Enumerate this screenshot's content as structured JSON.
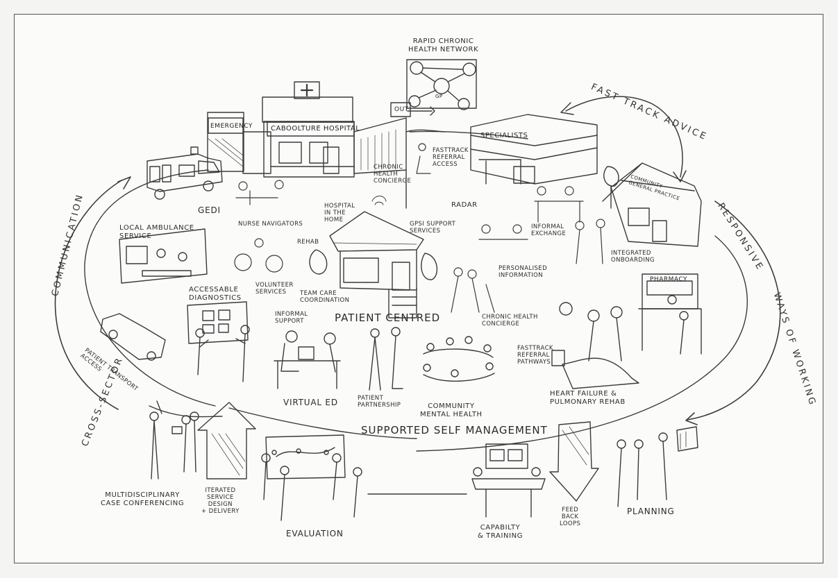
{
  "diagram": {
    "arc_labels": {
      "communication": "COMMUNICATION",
      "cross_sector": "CROSS-SECTOR",
      "fast_track_advice": "FAST TRACK ADVICE",
      "responsive": "RESPONSIVE",
      "ways_of_working": "WAYS OF WORKING"
    },
    "signs": {
      "emergency": "EMERGENCY",
      "hospital": "CABOOLTURE HOSPITAL",
      "out": "OUT",
      "specialists": "SPECIALISTS",
      "community_gp": "COMMUNITY\nGENERAL PRACTICE",
      "pharmacy": "PHARMACY",
      "gp": "GP"
    },
    "labels": {
      "rapid_network": "RAPID CHRONIC\nHEALTH NETWORK",
      "fasttrack_access": "FASTTRACK\nREFERRAL\nACCESS",
      "chronic_concierge_top": "CHRONIC\nHEALTH\nCONCIERGE",
      "radar": "RADAR",
      "gedi": "GEDI",
      "nurse_navigators": "NURSE NAVIGATORS",
      "hospital_in_home": "HOSPITAL\nIN THE\nHOME",
      "gpsi": "GPSI SUPPORT\nSERVICES",
      "informal_exchange": "INFORMAL\nEXCHANGE",
      "integrated_onboarding": "INTEGRATED\nONBOARDING",
      "local_ambulance": "LOCAL AMBULANCE\nSERVICE",
      "rehab": "REHAB",
      "volunteer": "VOLUNTEER\nSERVICES",
      "personalised": "PERSONALISED\nINFORMATION",
      "accessible_diag": "ACCESSABLE\nDIAGNOSTICS",
      "team_care": "TEAM CARE\nCOORDINATION",
      "patient_centred": "PATIENT CENTRED",
      "chronic_concierge": "CHRONIC HEALTH\nCONCIERGE",
      "informal_support": "INFORMAL\nSUPPORT",
      "patient_transport": "PATIENT TRANSPORT\nACCESS",
      "fasttrack_pathways": "FASTTRACK\nREFERRAL\nPATHWAYS",
      "virtual_ed": "VIRTUAL ED",
      "patient_partnership": "PATIENT\nPARTNERSHIP",
      "community_mh": "COMMUNITY\nMENTAL HEALTH",
      "heart_failure": "HEART FAILURE &\nPULMONARY REHAB",
      "ssm": "SUPPORTED SELF MANAGEMENT",
      "mdt": "MULTIDISCIPLINARY\nCASE CONFERENCING",
      "iterated": "ITERATED\nSERVICE\nDESIGN\n+ DELIVERY",
      "evaluation": "EVALUATION",
      "capability": "CAPABILTY\n& TRAINING",
      "feedback": "FEED\nBACK\nLOOPS",
      "planning": "PLANNING"
    }
  }
}
